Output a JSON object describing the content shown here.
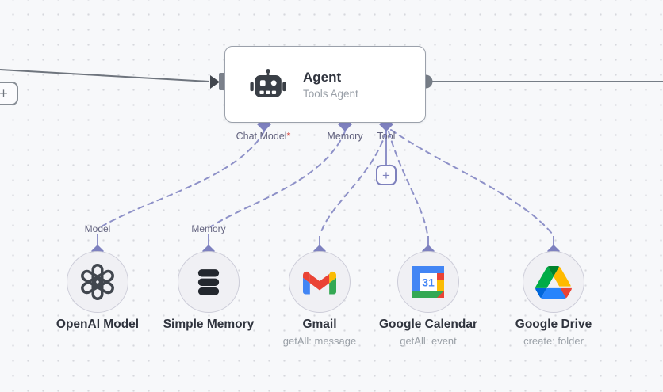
{
  "colors": {
    "background": "#f7f8fa",
    "grid_dot": "#d6d8dd",
    "edge_gray": "#6e747d",
    "edge_purple": "#8e91c8",
    "connector_diamond": "#7e81bf",
    "node_border": "#9ba1ab",
    "circle_fill": "#f0f0f4",
    "circle_border": "#ccccd8",
    "title_text": "#2e323c",
    "subtitle_text": "#9aa0a8",
    "required_marker_red": "#d0342c",
    "google_blue": "#4285f4",
    "google_red": "#ea4335",
    "google_yellow": "#fbbc04",
    "google_green": "#34a853"
  },
  "edge_add_button": {
    "label": "+"
  },
  "agent_node": {
    "title": "Agent",
    "subtitle": "Tools Agent",
    "connectors": [
      {
        "label": "Chat Model",
        "required_marker": "*"
      },
      {
        "label": "Memory",
        "required_marker": ""
      },
      {
        "label": "Tool",
        "required_marker": ""
      }
    ],
    "add_tool_button": "+"
  },
  "sub_nodes": [
    {
      "name": "OpenAI Model",
      "subtitle": "",
      "port_label": "Model",
      "icon": "openai-icon"
    },
    {
      "name": "Simple Memory",
      "subtitle": "",
      "port_label": "Memory",
      "icon": "database-icon"
    },
    {
      "name": "Gmail",
      "subtitle": "getAll: message",
      "port_label": "",
      "icon": "gmail-icon"
    },
    {
      "name": "Google Calendar",
      "subtitle": "getAll: event",
      "port_label": "",
      "icon": "google-calendar-icon",
      "calendar_day": "31"
    },
    {
      "name": "Google Drive",
      "subtitle": "create: folder",
      "port_label": "",
      "icon": "google-drive-icon"
    }
  ]
}
